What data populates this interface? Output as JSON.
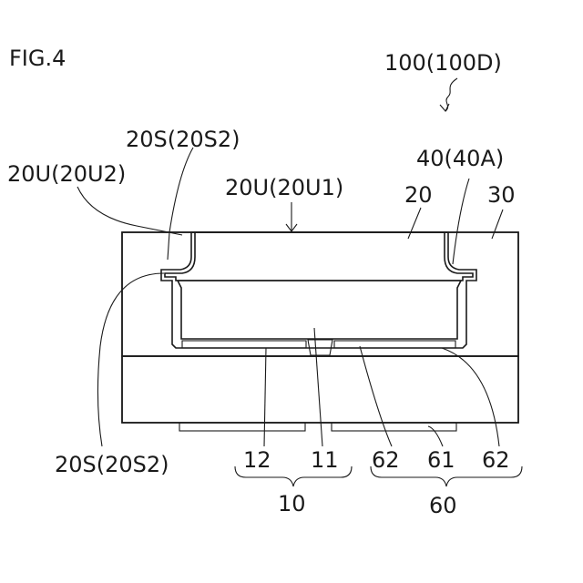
{
  "figure": {
    "title": "FIG.4",
    "ref_main": "100(100D)"
  },
  "labels": {
    "s_top": "20S(20S2)",
    "u2": "20U(20U2)",
    "u1": "20U(20U1)",
    "ref_40": "40(40A)",
    "ref_20": "20",
    "ref_30": "30",
    "s_bottom": "20S(20S2)",
    "ref_12": "12",
    "ref_11": "11",
    "ref_62a": "62",
    "ref_61": "61",
    "ref_62b": "62",
    "group_10": "10",
    "group_60": "60"
  },
  "colors": {
    "ink": "#1a1a1a",
    "hatch": "#2b2b2b",
    "background": "#ffffff"
  }
}
